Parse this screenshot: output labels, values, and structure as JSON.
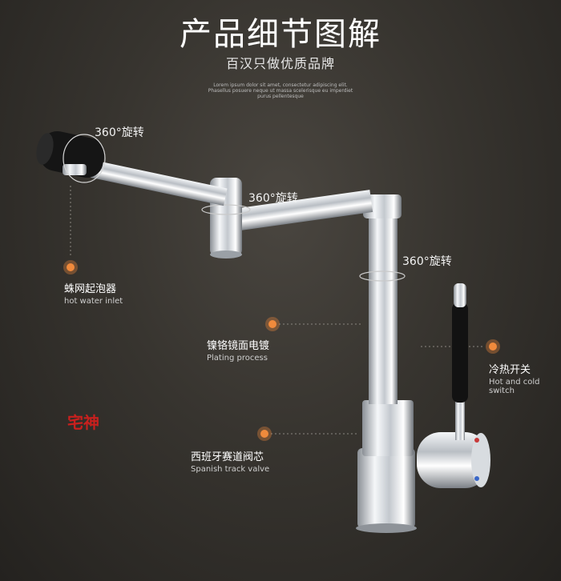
{
  "header": {
    "title": "产品细节图解",
    "subtitle": "百汉只做优质品牌",
    "lorem_lines": [
      "Lorem ipsum dolor sit amet, consectetur adipiscing elit.",
      "Phasellus posuere neque ut massa scelerisque eu imperdiet",
      "purus pellentesque"
    ]
  },
  "rotation_labels": [
    {
      "text": "360°旋转"
    },
    {
      "text": "360°旋转"
    },
    {
      "text": "360°旋转"
    }
  ],
  "callouts": {
    "aerator": {
      "cn": "蛛网起泡器",
      "en": "hot water inlet"
    },
    "plating": {
      "cn": "镍铬镜面电镀",
      "en": "Plating process"
    },
    "switch": {
      "cn": "冷热开关",
      "en": "Hot and cold switch"
    },
    "valve": {
      "cn": "西班牙赛道阀芯",
      "en": "Spanish track valve"
    }
  },
  "watermark": {
    "text": "宅神"
  },
  "colors": {
    "accent": "#f08a3c",
    "chrome": "#d9dde2",
    "handle": "#111111"
  }
}
